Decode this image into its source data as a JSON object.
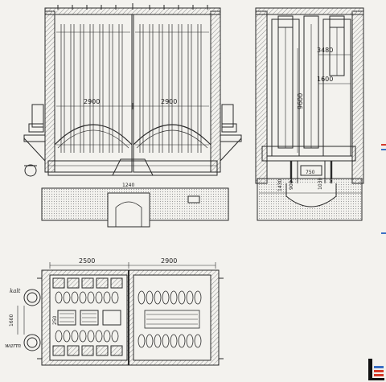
{
  "drawing": {
    "front_view": {
      "dim_left": "2900",
      "dim_right": "2900",
      "dim_bottom": "1240"
    },
    "side_view": {
      "dim_top": "3480",
      "dim_mid": "1600",
      "dim_vertical": "9600",
      "dim_inner": "750",
      "dim_a": "900",
      "dim_b": "1030",
      "dim_c": "1430"
    },
    "plan_view": {
      "dim_left": "2500",
      "dim_right": "2900",
      "dim_side_a": "1600",
      "dim_side_b": "250",
      "label_cold": "kalt",
      "label_warm": "warm"
    }
  },
  "logo": {
    "name": "logo-mark",
    "color": "#d43a2a"
  },
  "colors": {
    "ink": "#2a2a2a",
    "paper": "#f3f2ee",
    "hatch": "#9a9a9a",
    "accent": "#d43a2a"
  }
}
